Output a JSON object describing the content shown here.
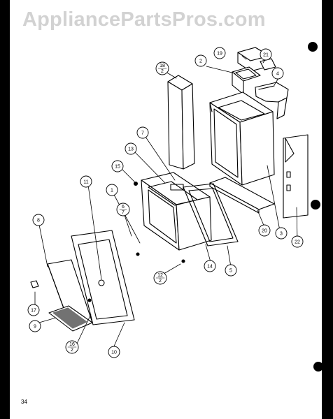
{
  "watermark": "AppliancePartsPros.com",
  "page_number": "34",
  "callouts": [
    {
      "id": "c19",
      "text": "19"
    },
    {
      "id": "c21",
      "text": "21"
    },
    {
      "id": "c2",
      "text": "2"
    },
    {
      "id": "c18a",
      "text": "18",
      "sub": "2"
    },
    {
      "id": "c4",
      "text": "4"
    },
    {
      "id": "c7",
      "text": "7"
    },
    {
      "id": "c13",
      "text": "13"
    },
    {
      "id": "c15",
      "text": "15"
    },
    {
      "id": "c11",
      "text": "11"
    },
    {
      "id": "c1",
      "text": "1"
    },
    {
      "id": "c6",
      "text": "6",
      "sub": "7"
    },
    {
      "id": "c8",
      "text": "8"
    },
    {
      "id": "c3",
      "text": "3"
    },
    {
      "id": "c20",
      "text": "20"
    },
    {
      "id": "c22",
      "text": "22"
    },
    {
      "id": "c14",
      "text": "14"
    },
    {
      "id": "c5",
      "text": "5"
    },
    {
      "id": "c12",
      "text": "12",
      "sub": "2"
    },
    {
      "id": "c17",
      "text": "17"
    },
    {
      "id": "c9",
      "text": "9"
    },
    {
      "id": "c16",
      "text": "16",
      "sub": "2"
    },
    {
      "id": "c10",
      "text": "10"
    }
  ]
}
